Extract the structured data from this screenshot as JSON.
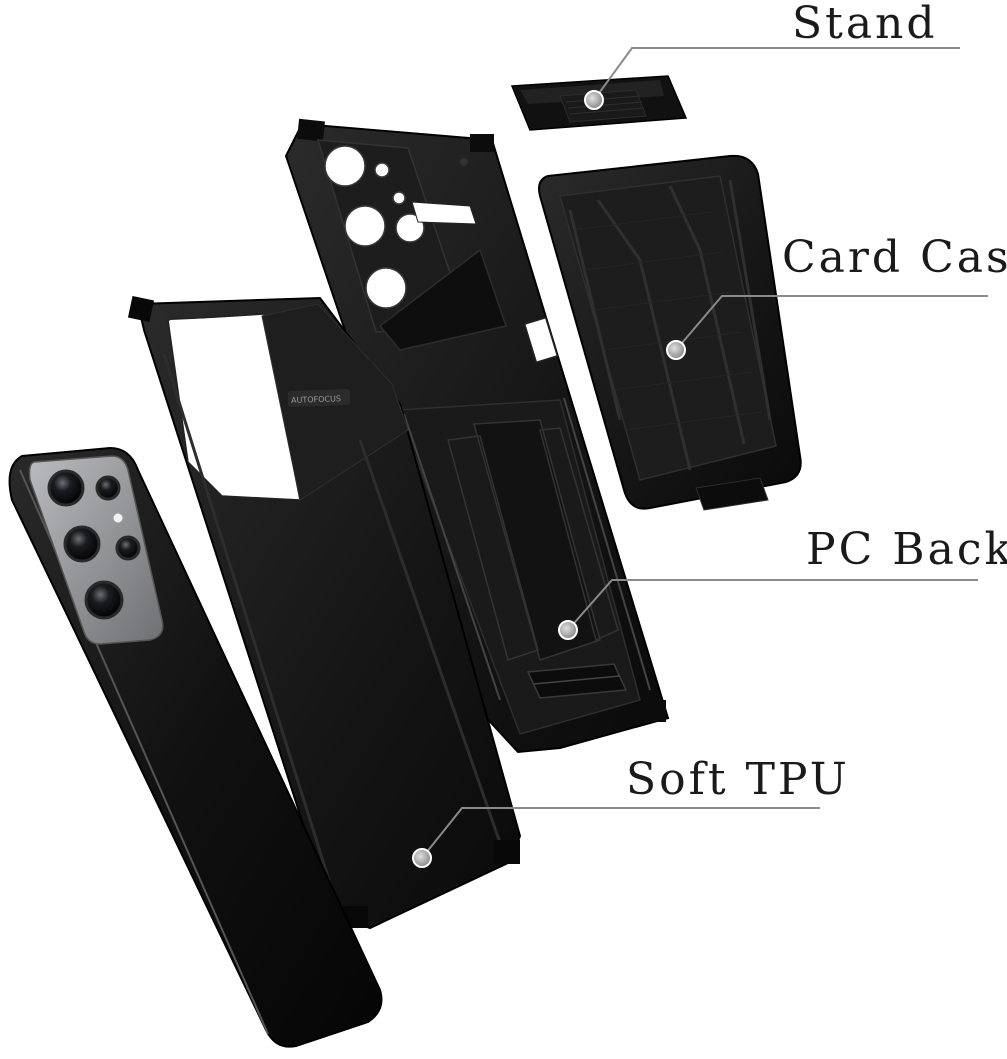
{
  "labels": {
    "stand": "Stand",
    "card_case": "Card Case",
    "pc_back": "PC Back",
    "soft_tpu": "Soft TPU",
    "autofocus": "AUTOFOCUS"
  },
  "colors": {
    "background": "#ffffff",
    "case_black": "#161616",
    "phone_black": "#0c0c0c",
    "camera_grey": "#8d8f92",
    "leader_line": "#8a8a8a",
    "dot_fill": "#9a9a9a"
  },
  "icons": {
    "callout_dot": "circle"
  }
}
